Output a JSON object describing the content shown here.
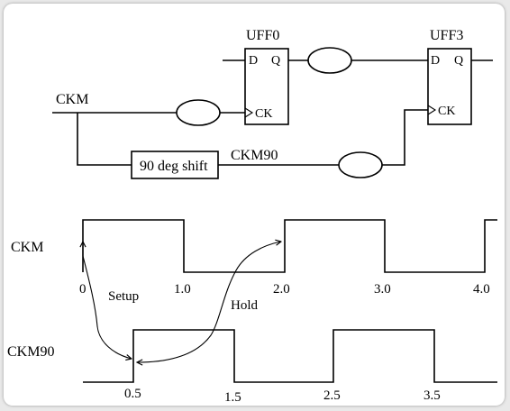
{
  "circuit": {
    "ff_left_name": "UFF0",
    "ff_right_name": "UFF3",
    "pin_d": "D",
    "pin_q": "Q",
    "pin_ck": "CK",
    "clock_label": "CKM",
    "shift_box_label": "90 deg shift",
    "shifted_clock_label": "CKM90"
  },
  "timing": {
    "signal_1_label": "CKM",
    "signal_2_label": "CKM90",
    "signal_1_ticks": [
      "0",
      "1.0",
      "2.0",
      "3.0",
      "4.0"
    ],
    "signal_2_ticks": [
      "0.5",
      "1.5",
      "2.5",
      "3.5"
    ],
    "setup_label": "Setup",
    "hold_label": "Hold"
  }
}
